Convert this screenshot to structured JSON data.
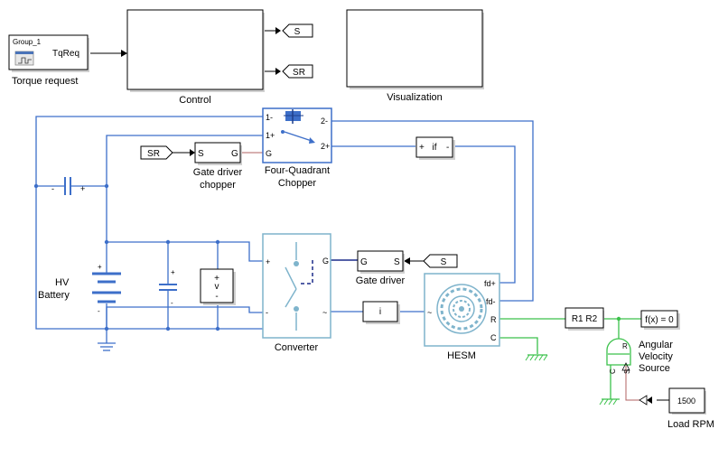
{
  "blocks": {
    "torque_request": {
      "inner_title": "Group_1",
      "port_label": "TqReq",
      "caption": "Torque request"
    },
    "control": {
      "caption": "Control"
    },
    "visualization": {
      "caption": "Visualization"
    },
    "goto_s_top": {
      "label": "S"
    },
    "goto_sr_top": {
      "label": "SR"
    },
    "from_sr": {
      "label": "SR"
    },
    "gate_driver_chopper": {
      "port_in": "S",
      "port_out": "G",
      "caption_line1": "Gate driver",
      "caption_line2": "chopper"
    },
    "chopper": {
      "port_1minus": "1-",
      "port_1plus": "1+",
      "port_g": "G",
      "port_2minus": "2-",
      "port_2plus": "2+",
      "caption_line1": "Four-Quadrant",
      "caption_line2": "Chopper"
    },
    "current_sensor_if": {
      "label_plus": "+",
      "label": "if",
      "label_minus": "-"
    },
    "capacitor": {
      "label_minus": "-",
      "label_plus": "+"
    },
    "battery": {
      "caption_line1": "HV",
      "caption_line2": "Battery",
      "label_plus": "+",
      "label_minus": "-"
    },
    "voltage_sensor": {
      "label_plus": "+",
      "label": "v",
      "label_minus": "-"
    },
    "converter": {
      "port_plus": "+",
      "port_minus": "-",
      "port_g": "G",
      "port_ac": "~",
      "caption": "Converter"
    },
    "gate_driver": {
      "port_in": "S",
      "port_out": "G",
      "caption": "Gate driver"
    },
    "from_s": {
      "label": "S"
    },
    "current_sensor_i": {
      "label": "i"
    },
    "hesm": {
      "port_fdplus": "fd+",
      "port_fdminus": "fd-",
      "port_ac": "~",
      "port_r": "R",
      "port_c": "C",
      "caption": "HESM"
    },
    "rotational_sensor": {
      "label": "R1 R2"
    },
    "solver_config": {
      "label": "f(x) = 0"
    },
    "angular_velocity_source": {
      "port_r": "R",
      "port_c": "C",
      "port_s": "S",
      "caption_line1": "Angular",
      "caption_line2": "Velocity",
      "caption_line3": "Source"
    },
    "load_rpm": {
      "value": "1500",
      "caption": "Load RPM"
    }
  }
}
